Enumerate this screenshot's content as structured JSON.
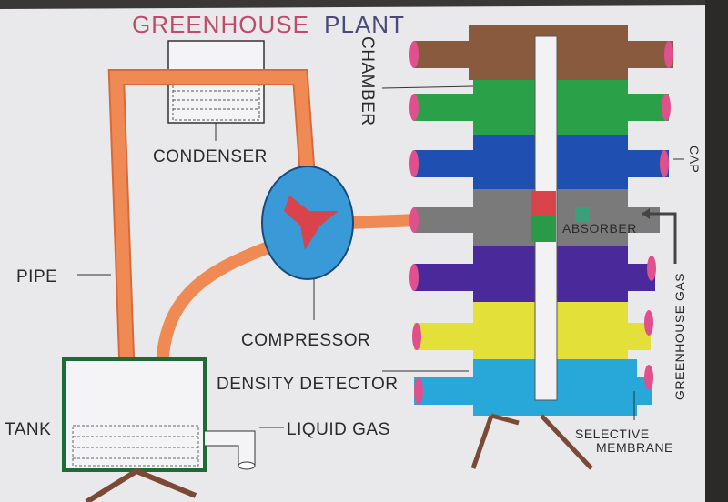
{
  "title": {
    "text": "GREENHOUSE PLANT",
    "part1": "GREENHOUSE",
    "part2": "PLANT"
  },
  "labels": {
    "chamber": "CHAMBER",
    "condenser": "CONDENSER",
    "pipe": "PIPE",
    "compressor": "COMPRESSOR",
    "density_detector": "DENSITY DETECTOR",
    "tank": "TANK",
    "liquid_gas": "LIQUID GAS",
    "cap": "CAP",
    "greenhouse_gas": "GREENHOUSE GAS",
    "absorber": "ABSORBER",
    "selective_membrane_1": "SELECTIVE",
    "selective_membrane_2": "MEMBRANE"
  },
  "colors": {
    "paper": "#e9e9ec",
    "pipe": "#f08a55",
    "compressor": "#3a9ad8",
    "fan": "#d9434b",
    "tank_border": "#1f6a37",
    "chamber_rows": [
      "#8a5a3e",
      "#2aa048",
      "#1f4fb0",
      "#7a7a7a",
      "#4a2a9a",
      "#e4e03a",
      "#27a8d8"
    ],
    "cap": "#e0508c",
    "stand": "#7a4a36"
  }
}
